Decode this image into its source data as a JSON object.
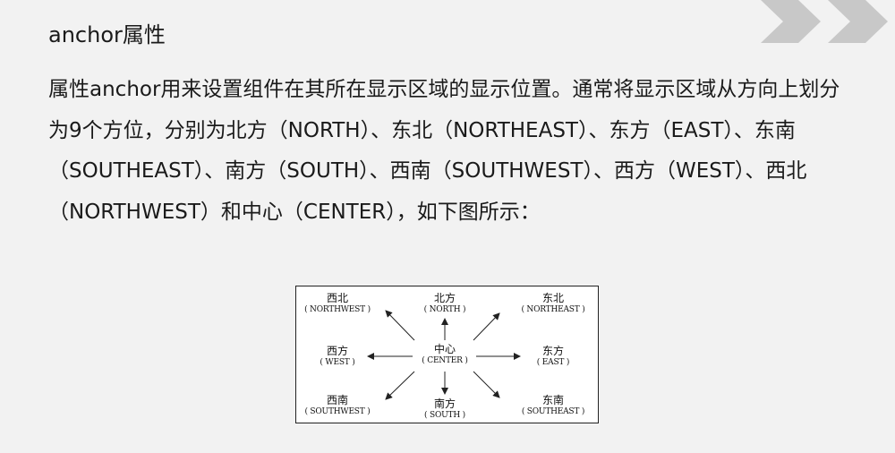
{
  "title": "anchor属性",
  "body_text": "属性anchor用来设置组件在其所在显示区域的显示位置。通常将显示区域从方向上划分为9个方位，分别为北方（NORTH）、东北（NORTHEAST）、东方（EAST）、东南（SOUTHEAST）、南方（SOUTH）、西南（SOUTHWEST）、西方（WEST）、西北（NORTHWEST）和中心（CENTER），如下图所示：",
  "diagram": {
    "northwest": {
      "zh": "西北",
      "en": "( NORTHWEST )"
    },
    "north": {
      "zh": "北方",
      "en": "( NORTH )"
    },
    "northeast": {
      "zh": "东北",
      "en": "( NORTHEAST )"
    },
    "west": {
      "zh": "西方",
      "en": "( WEST )"
    },
    "center": {
      "zh": "中心",
      "en": "( CENTER )"
    },
    "east": {
      "zh": "东方",
      "en": "( EAST )"
    },
    "southwest": {
      "zh": "西南",
      "en": "( SOUTHWEST )"
    },
    "south": {
      "zh": "南方",
      "en": "( SOUTH )"
    },
    "southeast": {
      "zh": "东南",
      "en": "( SOUTHEAST )"
    }
  },
  "colors": {
    "background": "#f2f2f2",
    "chevron": "#c8c8c8",
    "text": "#1a1a1a"
  }
}
